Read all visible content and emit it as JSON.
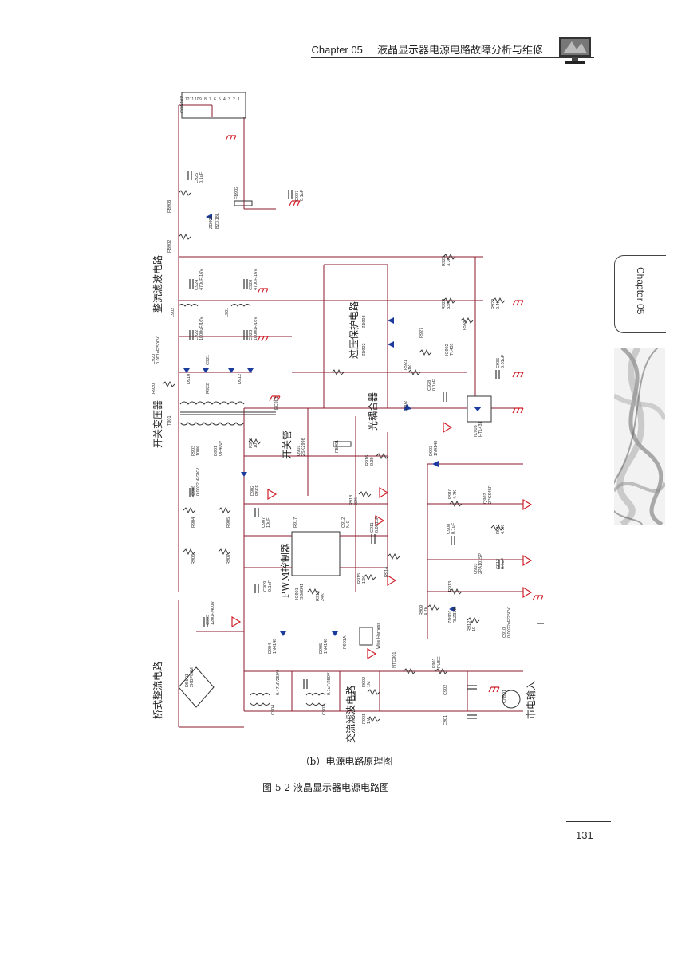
{
  "header": {
    "chapter": "Chapter  05",
    "title": "液晶显示器电源电路故障分析与维修"
  },
  "side_tab": {
    "label": "Chapter   05"
  },
  "schematic": {
    "block_labels": {
      "bridge_rectifier": "桥式整流电路",
      "ac_filter": "交流滤波电路",
      "mains_input": "市电输入",
      "pwm_controller": "PWM控制器",
      "switch_tube": "开关管",
      "switch_transformer": "开关变压器",
      "rectifier_filter": "整流滤波电路",
      "overvoltage_protection": "过压保护电路",
      "optocoupler": "光耦合器"
    },
    "components": {
      "connector": "CON102",
      "fb903": "FB903",
      "fb902": "FB902",
      "zd904": "ZD904",
      "zd904_val": "BZX18L",
      "c925": "C925",
      "c925_val": "0.1uF",
      "c927": "C927",
      "c927_val": "0.1uF",
      "fb902b": "FB902",
      "c924": "C924",
      "c924_val": "470uF/16V",
      "c926": "C926",
      "c926_val": "470uF/16V",
      "l902": "L902",
      "l901": "L901",
      "c922": "C922",
      "c922_val": "1000uF/16V",
      "c923": "C923",
      "c923_val": "1000uF/16V",
      "c920": "C920",
      "c920_val": "0.001uF/500V",
      "d910": "D910",
      "d912": "D912",
      "c921": "C921",
      "r920": "R920",
      "r922": "R922",
      "t901": "T901",
      "ec901": "EC901",
      "d901": "D901",
      "d901_val": "UF4007",
      "r903": "R903",
      "r903_val": "100K",
      "c906": "C906",
      "c906_val": "0.0022uF/2KV",
      "d902": "D902",
      "d902_val": "P6KE",
      "r908": "R908",
      "r908_val": "10",
      "q901": "Q901",
      "q901_val": "2SK2996",
      "fb901": "FB901",
      "r916": "R916",
      "r916_val": "0.39",
      "r918": "R918",
      "r918_val": "22K",
      "r904": "R904",
      "r905": "R905",
      "r906": "R906",
      "r907": "R907",
      "c907": "C907",
      "c907_val": "10uF",
      "r917": "R917",
      "c912": "C912",
      "c912_val": "N.C",
      "c911": "C911",
      "c911_val": "0.001uF",
      "ic901": "IC901",
      "ic901_val": "SG6841",
      "r914": "R914",
      "r915": "R915",
      "r915_val": "13K",
      "r919": "R919",
      "r919_val": "24K",
      "c909": "C909",
      "c909_val": "0.1uF",
      "c905": "C905",
      "c905_val": "120uF/400V",
      "d904": "D904",
      "d904_val": "1N4148",
      "d905": "D905",
      "d905_val": "1N4148",
      "p901a": "P901A",
      "p901a_val": "Wire Harness",
      "ntc901": "NTC901",
      "f901": "F901",
      "f901_val": "FUSE",
      "db901": "DB901",
      "db901_val": "2KBP06M",
      "c904": "C904",
      "c904_val": "0.47uF/250V",
      "c903": "C903",
      "c903_val": "0.1uF/250V",
      "r902": "R902",
      "r902_val": "1M",
      "r901": "R901",
      "r901_val": "1M",
      "c902": "C902",
      "c901": "C901",
      "cn901": "CN901",
      "r925": "R925",
      "r925_val": "3.3K",
      "r924": "R924",
      "r924_val": "33K",
      "r929": "R929",
      "r929_val": "2.4K",
      "zd903": "ZD903",
      "zd902": "ZD902",
      "r927": "R927",
      "r926": "R926",
      "r921": "R921",
      "r921_val": "1K",
      "ic902": "IC902",
      "ic902_val": "TL431",
      "c928": "C928",
      "c928_val": "0.1uF",
      "c935": "C935",
      "c935_val": "0.01uF",
      "ic903": "IC903",
      "ic903_val": "HTL431",
      "c902b": "C902",
      "d903": "D903",
      "d903_val": "1N4148",
      "r910": "R910",
      "r910_val": "4.7K",
      "q902": "Q902",
      "q902_val": "2PC945P",
      "r911": "R911",
      "r911_val": "4.3K",
      "c908": "C908",
      "c908_val": "0.1uF",
      "q903": "Q903",
      "q903_val": "2PA1015P",
      "c913": "C913",
      "c913_val": "0.1uF",
      "r913": "R913",
      "zd901": "ZD901",
      "zd901_val": "RLZ33B",
      "r909": "R909",
      "r909_val": "4.7K",
      "r912": "R912",
      "r912_val": "10",
      "c910": "C910",
      "c910_val": "0.0022uF/250V"
    }
  },
  "captions": {
    "subfigure": "（b）电源电路原理图",
    "figure": "图 5-2    液晶显示器电源电路图"
  },
  "page_number": "131",
  "colors": {
    "wire": "#8b1a2b",
    "ground": "#d0202a",
    "diode": "#1a3a9c",
    "text": "#222222"
  }
}
